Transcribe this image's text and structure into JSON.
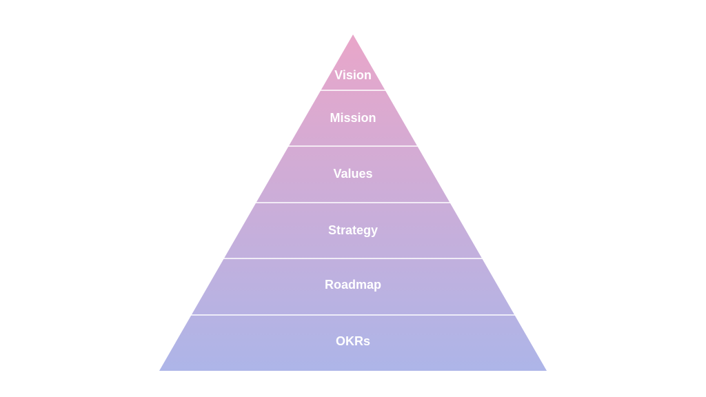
{
  "diagram": {
    "type": "pyramid",
    "layers_top_to_bottom": [
      {
        "label": "Vision"
      },
      {
        "label": "Mission"
      },
      {
        "label": "Values"
      },
      {
        "label": "Strategy"
      },
      {
        "label": "Roadmap"
      },
      {
        "label": "OKRs"
      }
    ],
    "colors": {
      "top": "#e9a6c9",
      "bottom": "#adb5e8",
      "label_text": "#ffffff",
      "divider": "#ffffff",
      "background": "#ffffff"
    }
  }
}
